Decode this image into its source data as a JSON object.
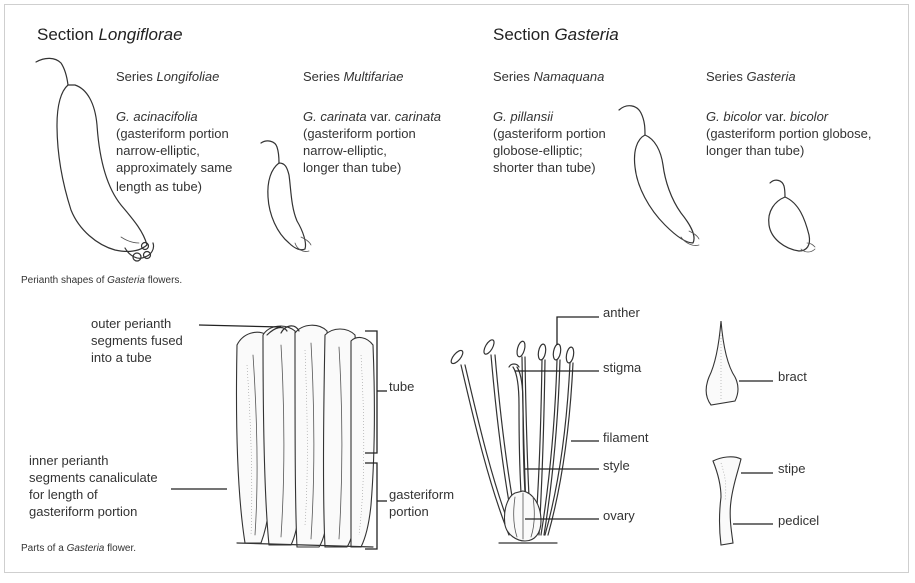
{
  "sections": {
    "longiflorae": {
      "prefix": "Section ",
      "name": "Longiflorae"
    },
    "gasteria": {
      "prefix": "Section ",
      "name": "Gasteria"
    }
  },
  "series": [
    {
      "prefix": "Series ",
      "name": "Longifoliae",
      "species": "G. acinacifolia",
      "desc": [
        "(gasteriform portion",
        "narrow-elliptic,",
        "approximately same",
        "length as tube)"
      ]
    },
    {
      "prefix": "Series ",
      "name": "Multifariae",
      "species_a": "G. carinata",
      "species_mid": " var. ",
      "species_b": "carinata",
      "desc": [
        "(gasteriform portion",
        "narrow-elliptic,",
        "longer than tube)"
      ]
    },
    {
      "prefix": "Series ",
      "name": "Namaquana",
      "species": "G. pillansii",
      "desc": [
        "(gasteriform portion",
        "globose-elliptic;",
        "shorter than tube)"
      ]
    },
    {
      "prefix": "Series ",
      "name": "Gasteria",
      "species_a": "G. bicolor",
      "species_mid": " var. ",
      "species_b": "bicolor",
      "desc": [
        "(gasteriform portion globose,",
        "longer than tube)"
      ]
    }
  ],
  "captions": {
    "perianth": {
      "pre": "Perianth shapes of ",
      "genus": "Gasteria",
      "post": " flowers."
    },
    "parts": {
      "pre": "Parts of a ",
      "genus": "Gasteria",
      "post": " flower."
    }
  },
  "labels": {
    "outer": [
      "outer perianth",
      "segments fused",
      "into a tube"
    ],
    "inner": [
      "inner perianth",
      "segments canaliculate",
      "for length of",
      "gasteriform portion"
    ],
    "tube": "tube",
    "gasteriform": [
      "gasteriform",
      "portion"
    ],
    "anther": "anther",
    "stigma": "stigma",
    "filament": "filament",
    "style": "style",
    "ovary": "ovary",
    "bract": "bract",
    "stipe": "stipe",
    "pedicel": "pedicel"
  }
}
